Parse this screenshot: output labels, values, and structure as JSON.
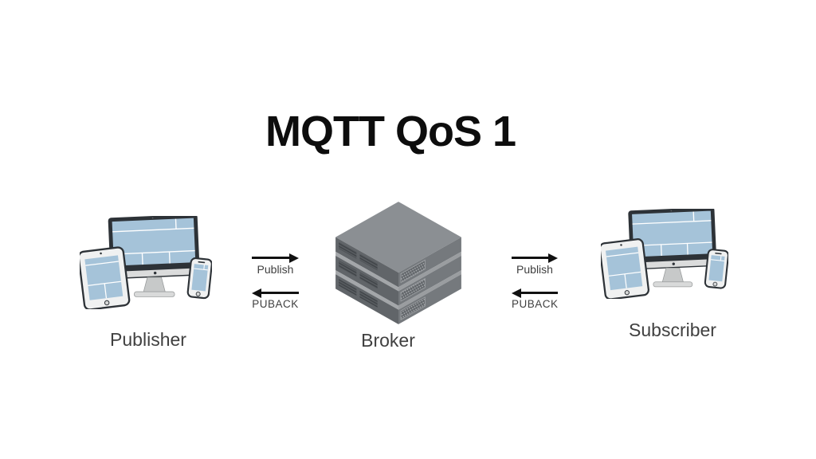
{
  "title": "MQTT QoS 1",
  "nodes": {
    "publisher": {
      "label": "Publisher",
      "icon": "client-devices-icon"
    },
    "broker": {
      "label": "Broker",
      "icon": "server-stack-icon"
    },
    "subscriber": {
      "label": "Subscriber",
      "icon": "client-devices-icon"
    }
  },
  "flows": {
    "publisher_to_broker": {
      "forward": "Publish",
      "back": "PUBACK"
    },
    "broker_to_subscriber": {
      "forward": "Publish",
      "back": "PUBACK"
    }
  },
  "colors": {
    "background": "#ffffff",
    "title": "#0d0d0d",
    "labels": "#404040",
    "arrows": "#111111",
    "screen_blue": "#a5c3d9",
    "device_bezel": "#2d3237",
    "device_body": "#f0f1f1",
    "server_top": "#8b8f93",
    "server_left": "#616569",
    "server_right": "#75797d"
  }
}
